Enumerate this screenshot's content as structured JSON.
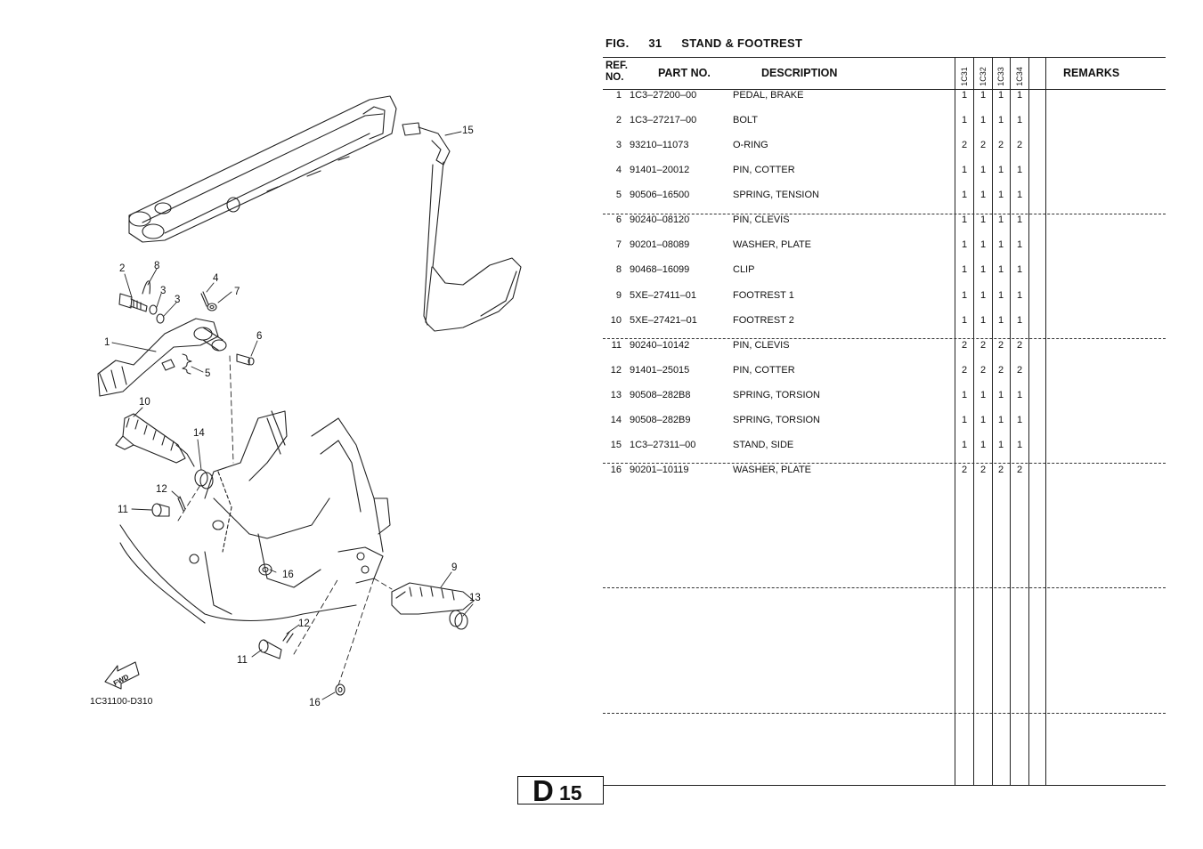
{
  "figure": {
    "label": "FIG.",
    "number": "31",
    "title": "STAND & FOOTREST"
  },
  "table": {
    "headers": {
      "ref": "REF.",
      "ref2": "NO.",
      "part": "PART NO.",
      "desc": "DESCRIPTION",
      "remarks": "REMARKS"
    },
    "models": [
      "1C31",
      "1C32",
      "1C33",
      "1C34"
    ],
    "rows": [
      {
        "ref": "1",
        "part": "1C3–27200–00",
        "desc": "PEDAL, BRAKE",
        "q": [
          "1",
          "1",
          "1",
          "1"
        ]
      },
      {
        "ref": "2",
        "part": "1C3–27217–00",
        "desc": "BOLT",
        "q": [
          "1",
          "1",
          "1",
          "1"
        ]
      },
      {
        "ref": "3",
        "part": "93210–11073",
        "desc": "O-RING",
        "q": [
          "2",
          "2",
          "2",
          "2"
        ]
      },
      {
        "ref": "4",
        "part": "91401–20012",
        "desc": "PIN, COTTER",
        "q": [
          "1",
          "1",
          "1",
          "1"
        ]
      },
      {
        "ref": "5",
        "part": "90506–16500",
        "desc": "SPRING, TENSION",
        "q": [
          "1",
          "1",
          "1",
          "1"
        ]
      },
      {
        "ref": "6",
        "part": "90240–08120",
        "desc": "PIN, CLEVIS",
        "q": [
          "1",
          "1",
          "1",
          "1"
        ]
      },
      {
        "ref": "7",
        "part": "90201–08089",
        "desc": "WASHER, PLATE",
        "q": [
          "1",
          "1",
          "1",
          "1"
        ]
      },
      {
        "ref": "8",
        "part": "90468–16099",
        "desc": "CLIP",
        "q": [
          "1",
          "1",
          "1",
          "1"
        ]
      },
      {
        "ref": "9",
        "part": "5XE–27411–01",
        "desc": "FOOTREST 1",
        "q": [
          "1",
          "1",
          "1",
          "1"
        ]
      },
      {
        "ref": "10",
        "part": "5XE–27421–01",
        "desc": "FOOTREST 2",
        "q": [
          "1",
          "1",
          "1",
          "1"
        ]
      },
      {
        "ref": "11",
        "part": "90240–10142",
        "desc": "PIN, CLEVIS",
        "q": [
          "2",
          "2",
          "2",
          "2"
        ]
      },
      {
        "ref": "12",
        "part": "91401–25015",
        "desc": "PIN, COTTER",
        "q": [
          "2",
          "2",
          "2",
          "2"
        ]
      },
      {
        "ref": "13",
        "part": "90508–282B8",
        "desc": "SPRING, TORSION",
        "q": [
          "1",
          "1",
          "1",
          "1"
        ]
      },
      {
        "ref": "14",
        "part": "90508–282B9",
        "desc": "SPRING, TORSION",
        "q": [
          "1",
          "1",
          "1",
          "1"
        ]
      },
      {
        "ref": "15",
        "part": "1C3–27311–00",
        "desc": "STAND, SIDE",
        "q": [
          "1",
          "1",
          "1",
          "1"
        ]
      },
      {
        "ref": "16",
        "part": "90201–10119",
        "desc": "WASHER, PLATE",
        "q": [
          "2",
          "2",
          "2",
          "2"
        ]
      }
    ]
  },
  "diagram": {
    "callouts": [
      "1",
      "2",
      "3",
      "3",
      "4",
      "5",
      "6",
      "7",
      "8",
      "9",
      "10",
      "11",
      "11",
      "12",
      "12",
      "13",
      "14",
      "15",
      "16",
      "16"
    ],
    "fwd_label": "FWD",
    "code": "1C31100-D310"
  },
  "page": {
    "letter": "D",
    "number": "15"
  }
}
